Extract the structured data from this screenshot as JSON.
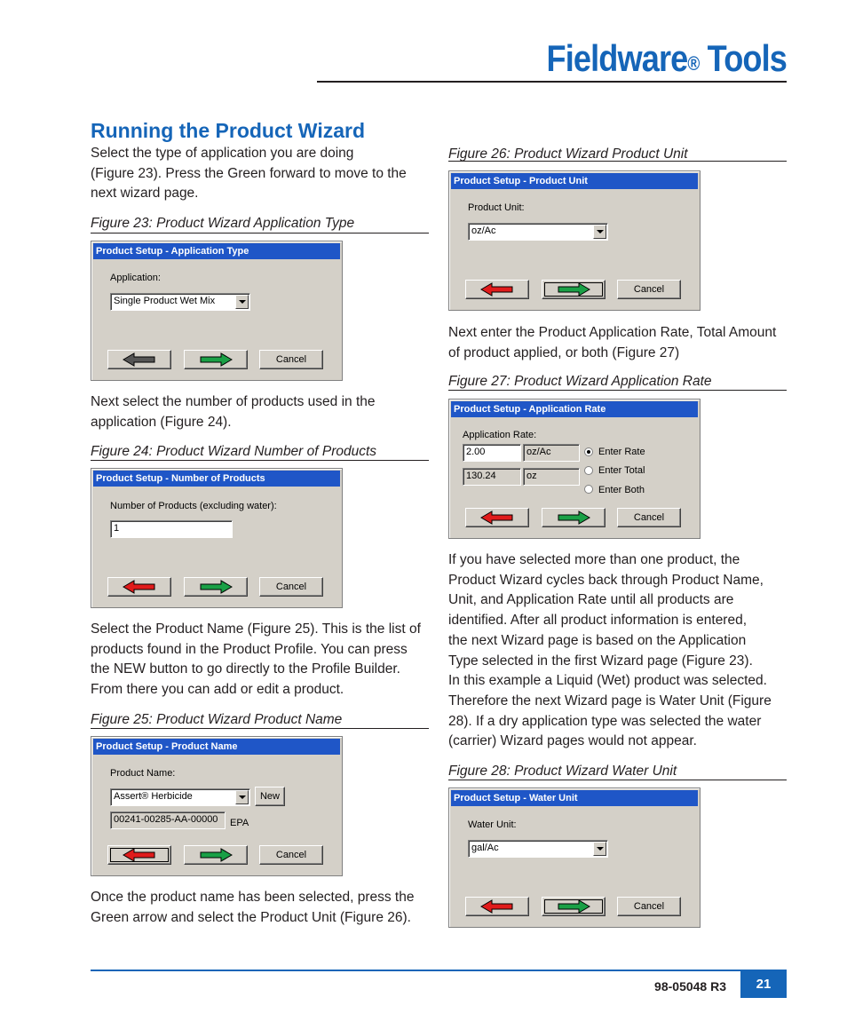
{
  "header": {
    "brand": "Fieldware",
    "brand_reg": "®",
    "brand_suffix": " Tools"
  },
  "section_title": "Running the Product Wizard",
  "left": {
    "p1": [
      "Select the type of application you are doing",
      "(Figure 23). Press the Green forward to move to the",
      "next wizard page."
    ],
    "fig23_caption": "Figure 23: Product Wizard Application Type",
    "p2": [
      "Next select the number of products used in the",
      "application (Figure 24)."
    ],
    "fig24_caption": "Figure 24: Product Wizard Number of Products",
    "p3": [
      "Select the Product Name (Figure 25). This is the list of",
      "products found in the Product Profile. You can press",
      "the NEW button to go directly to the Profile Builder.",
      "From there you can add or edit a product."
    ],
    "fig25_caption": "Figure 25: Product Wizard Product Name",
    "p4": [
      "Once the product name has been selected, press the",
      "Green arrow and select the Product Unit (Figure 26)."
    ]
  },
  "right": {
    "fig26_caption": "Figure 26: Product Wizard Product Unit",
    "p5": [
      "Next enter the Product Application Rate, Total Amount",
      "of product applied, or both (Figure 27)"
    ],
    "fig27_caption": "Figure 27: Product Wizard Application Rate",
    "p6": [
      "If you have selected more than one product, the",
      "Product Wizard cycles back through Product Name,",
      "Unit, and Application Rate until all products are",
      "identified. After all product information is entered,",
      "the next Wizard page is based on the Application",
      "Type selected in the first Wizard page (Figure 23).",
      "In this example a Liquid (Wet) product was selected.",
      "Therefore the next Wizard page is Water Unit (Figure",
      "28). If a dry application type was selected the water",
      "(carrier) Wizard pages would not appear."
    ],
    "fig28_caption": "Figure 28: Product Wizard Water Unit"
  },
  "dialogs": {
    "cancel": "Cancel",
    "app_type": {
      "title": "Product Setup - Application Type",
      "label": "Application:",
      "value": "Single Product Wet Mix"
    },
    "num_products": {
      "title": "Product Setup - Number of Products",
      "label": "Number of Products (excluding water):",
      "value": "1"
    },
    "product_name": {
      "title": "Product Setup - Product Name",
      "label": "Product Name:",
      "value": "Assert® Herbicide",
      "new_button": "New",
      "epa_value": "00241-00285-AA-00000",
      "epa_label": "EPA"
    },
    "product_unit": {
      "title": "Product Setup - Product Unit",
      "label": "Product Unit:",
      "value": "oz/Ac"
    },
    "app_rate": {
      "title": "Product Setup - Application Rate",
      "label": "Application Rate:",
      "rate_value": "2.00",
      "rate_unit": "oz/Ac",
      "total_value": "130.24",
      "total_unit": "oz",
      "opt_rate": "Enter Rate",
      "opt_total": "Enter Total",
      "opt_both": "Enter Both"
    },
    "water_unit": {
      "title": "Product Setup - Water Unit",
      "label": "Water Unit:",
      "value": "gal/Ac"
    }
  },
  "footer": {
    "doc_number": "98-05048 R3",
    "page": "21"
  },
  "colors": {
    "brand_blue": "#1565b8",
    "dialog_title": "#1f56c7",
    "dialog_bg": "#d4d0c8",
    "back_red": "#e01b1b",
    "back_gray": "#555555",
    "forward_green": "#1aa046"
  }
}
